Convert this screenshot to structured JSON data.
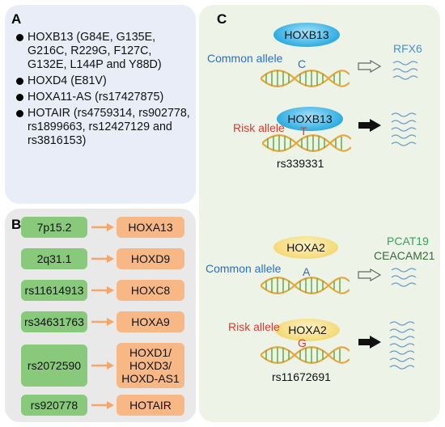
{
  "panel_a": {
    "label": "A",
    "items": [
      "HOXB13 (G84E, G135E, G216C, R229G, F127C, G132E, L144P and Y88D)",
      "HOXD4 (E81V)",
      "HOXA11-AS (rs17427875)",
      "HOTAIR (rs4759314, rs902778, rs1899663, rs12427129 and rs3816153)"
    ]
  },
  "panel_b": {
    "label": "B",
    "rows": [
      {
        "locus": "7p15.2",
        "gene": "HOXA13"
      },
      {
        "locus": "2q31.1",
        "gene": "HOXD9"
      },
      {
        "locus": "rs11614913",
        "gene": "HOXC8"
      },
      {
        "locus": "rs34631763",
        "gene": "HOXA9"
      },
      {
        "locus": "rs2072590",
        "gene": "HOXD1/ HOXD3/ HOXD-AS1"
      },
      {
        "locus": "rs920778",
        "gene": "HOTAIR"
      }
    ]
  },
  "panel_c": {
    "label": "C",
    "top": {
      "tf": "HOXB13",
      "common_label": "Common  allele",
      "common_base": "C",
      "target": "RFX6",
      "risk_label": "Risk allele",
      "risk_base": "T",
      "snp": "rs339331"
    },
    "bottom": {
      "tf": "HOXA2",
      "common_label": "Common  allele",
      "common_base": "A",
      "target1": "PCAT19",
      "target2": "CEACAM21",
      "risk_label": "Risk allele",
      "risk_base": "G",
      "snp": "rs11672691"
    }
  },
  "colors": {
    "panel_a_bg": "#e8edf8",
    "panel_b_bg": "#e9e9e9",
    "panel_c_bg": "#eef3e8",
    "green_box": "#88c97c",
    "orange_box": "#f8b886",
    "hoxb13_ellipse": "#3ab7e8",
    "hoxa2_ellipse": "#f7e08a",
    "common_text": "#2a6fc4",
    "risk_text": "#e03a2e",
    "target_blue": "#4a8fd0",
    "target_green": "#3aa05a"
  }
}
